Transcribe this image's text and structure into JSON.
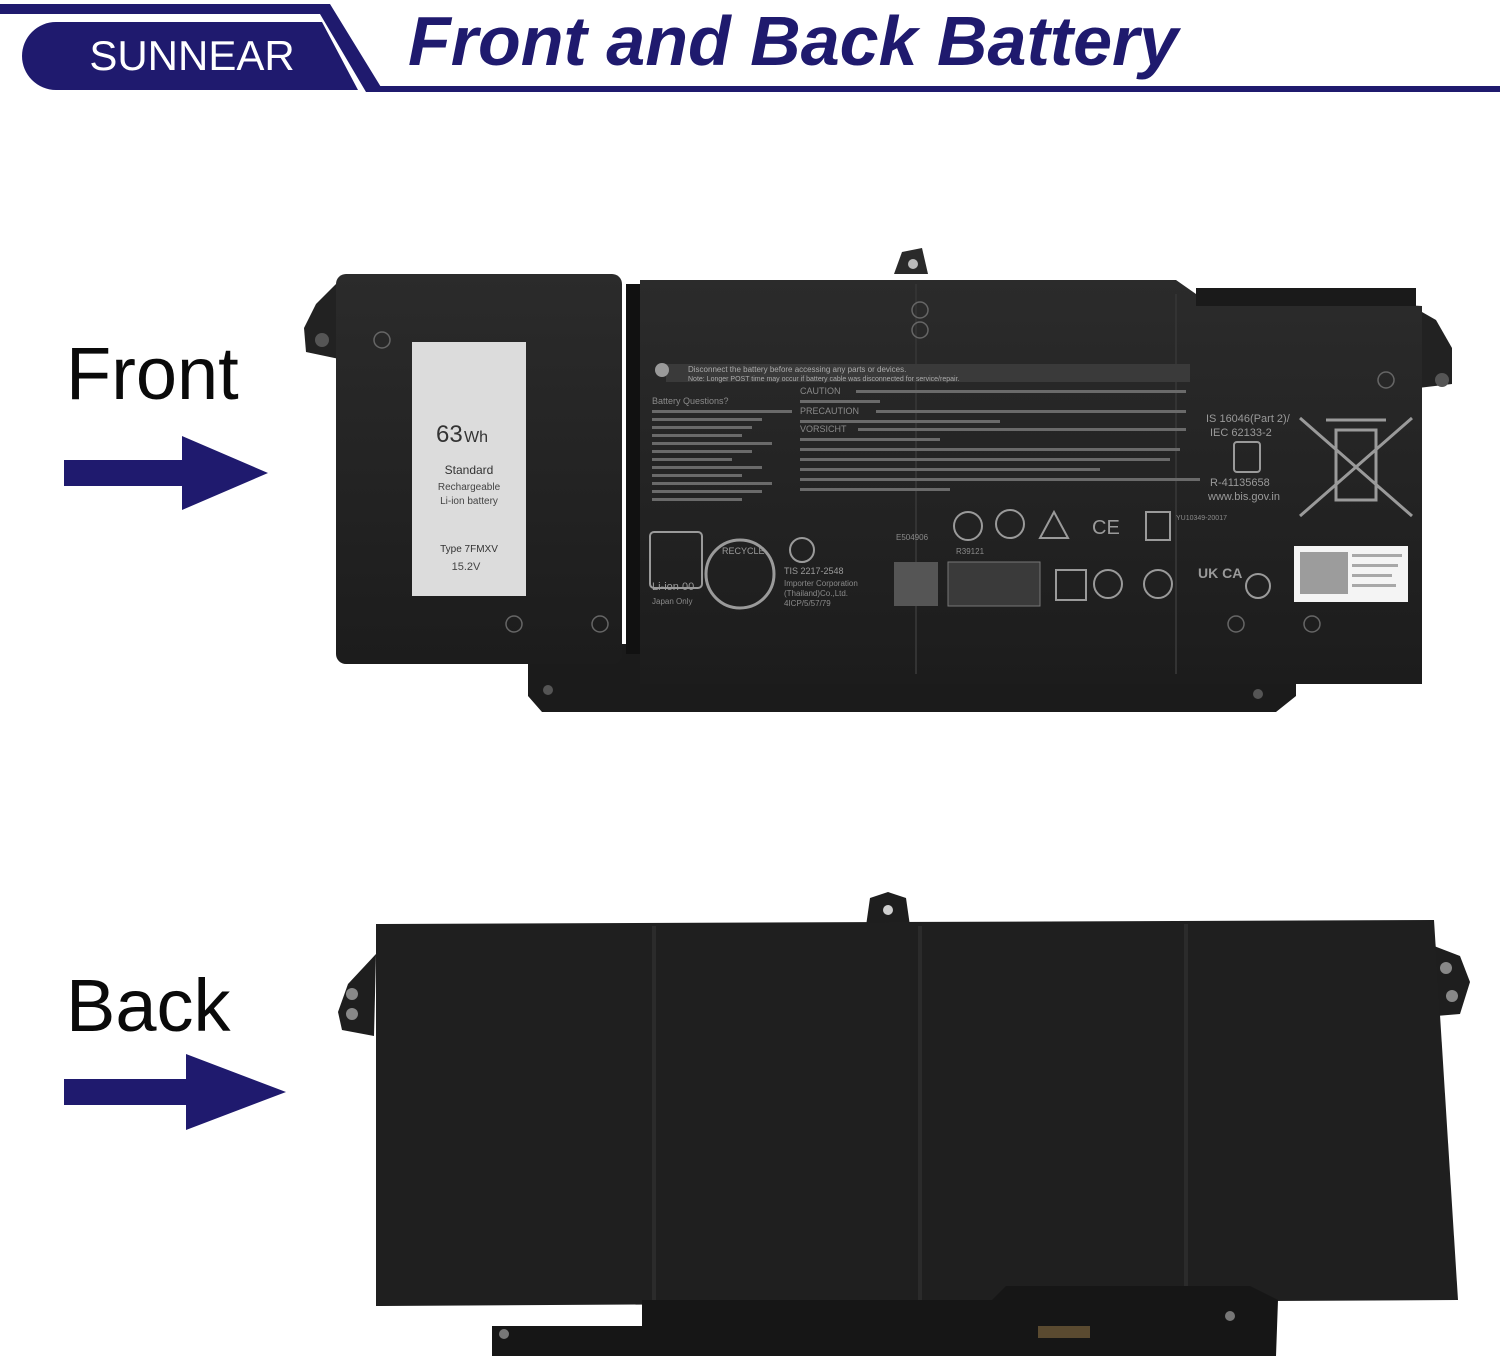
{
  "header": {
    "brand": "SUNNEAR",
    "title": "Front and Back Battery",
    "accent_color": "#1f1a6e"
  },
  "sections": {
    "front": {
      "label": "Front"
    },
    "back": {
      "label": "Back"
    }
  },
  "front_battery": {
    "white_label": {
      "capacity_number": "63",
      "capacity_unit": "Wh",
      "line1": "Standard",
      "line2": "Rechargeable",
      "line3": "Li-ion battery",
      "type": "Type 7FMXV",
      "voltage": "15.2V"
    },
    "warning": "Disconnect the battery before accessing any parts or devices.",
    "note": "Note: Longer POST time may occur if battery cable was disconnected for service/repair.",
    "battery_questions": "Battery Questions?",
    "caution": "CAUTION",
    "precaution": "PRECAUTION",
    "vorsicht": "VORSICHT",
    "standards": [
      "IS 16046(Part 2)/",
      "IEC 62133-2",
      "R-41135658",
      "www.bis.gov.in"
    ],
    "tis": "TIS 2217-2548",
    "importer": "Importer     Corporation",
    "importer_line2": "(Thailand)Co.,Ltd.",
    "cell_code": "4ICP/5/57/79",
    "li_ion": "Li-ion 00",
    "japan": "Japan Only",
    "recycle": "RECYCLE",
    "ukca": "UK CA",
    "ce": "CE",
    "e_code": "E504906",
    "r_code": "R39121",
    "yu_code": "YU10349-20017"
  },
  "back_battery": {}
}
